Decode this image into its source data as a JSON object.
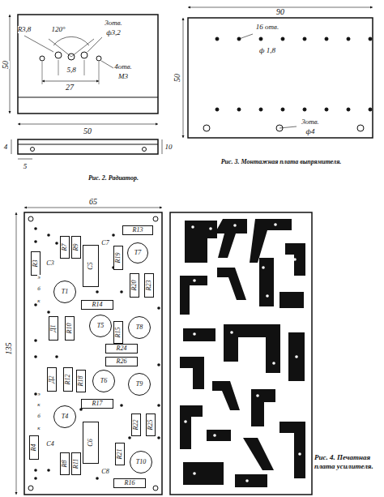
{
  "diagram": {
    "nodes": [
      {
        "text": [
          "R3"
        ]
      },
      {
        "text": [
          "R7"
        ]
      },
      {
        "text": [
          "R9"
        ]
      },
      {
        "text": [
          "C5"
        ]
      },
      {
        "text": [
          "R13"
        ]
      },
      {
        "text": [
          "Т7"
        ]
      },
      {
        "text": [
          "R19"
        ]
      },
      {
        "text": [
          "Т1"
        ]
      },
      {
        "text": [
          "R20"
        ]
      },
      {
        "text": [
          "R23"
        ]
      },
      {
        "text": [
          "R14"
        ]
      },
      {
        "text": [
          "Д1"
        ]
      },
      {
        "text": [
          "R10"
        ]
      },
      {
        "text": [
          "Т5"
        ]
      },
      {
        "text": [
          "Т8"
        ]
      },
      {
        "text": [
          "R15"
        ]
      },
      {
        "text": [
          "R24"
        ]
      },
      {
        "text": [
          "R26"
        ]
      },
      {
        "text": [
          "Д2"
        ]
      },
      {
        "text": [
          "R12"
        ]
      },
      {
        "text": [
          "R18"
        ]
      },
      {
        "text": [
          "Т6"
        ]
      },
      {
        "text": [
          "Т9"
        ]
      },
      {
        "text": [
          "R17"
        ]
      },
      {
        "text": [
          "Т4"
        ]
      },
      {
        "text": [
          "R22"
        ]
      },
      {
        "text": [
          "R25"
        ]
      },
      {
        "text": [
          "C6"
        ]
      },
      {
        "text": [
          "R4"
        ]
      },
      {
        "text": [
          "R8"
        ]
      },
      {
        "text": [
          "R11"
        ]
      },
      {
        "text": [
          "R21"
        ]
      },
      {
        "text": [
          "Т10"
        ]
      },
      {
        "text": [
          "R16"
        ]
      }
    ],
    "labels": [
      "R3,8",
      "120°",
      "3отв.",
      "ф3,2",
      "4отв.",
      "М3",
      "5,8",
      "27",
      "50",
      "50",
      "4",
      "10",
      "5",
      "Рис. 2. Радиатор.",
      "90",
      "50",
      "16 отв.",
      "ф 1,8",
      "3отв.",
      "ф4",
      "Рис. 3. Монтажная плата выпрямителя.",
      "65",
      "135",
      "C3",
      "C7",
      "C4",
      "C8",
      "э",
      "б",
      "к",
      "э",
      "к",
      "б",
      "к",
      "Рис. 4. Печатная плата усилителя."
    ]
  }
}
